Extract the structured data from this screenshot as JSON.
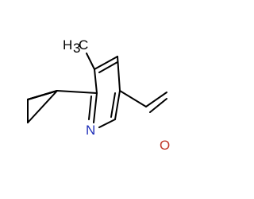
{
  "molecule": {
    "atoms": {
      "nitrogen": "N",
      "oxygen": "O",
      "methyl_carbon": "C",
      "methyl_hydrogen": "H",
      "methyl_subscript": "3"
    },
    "colors": {
      "bond": "#000000",
      "nitrogen": "#1f2fb8",
      "oxygen": "#c0392b",
      "carbon": "#000000"
    }
  }
}
